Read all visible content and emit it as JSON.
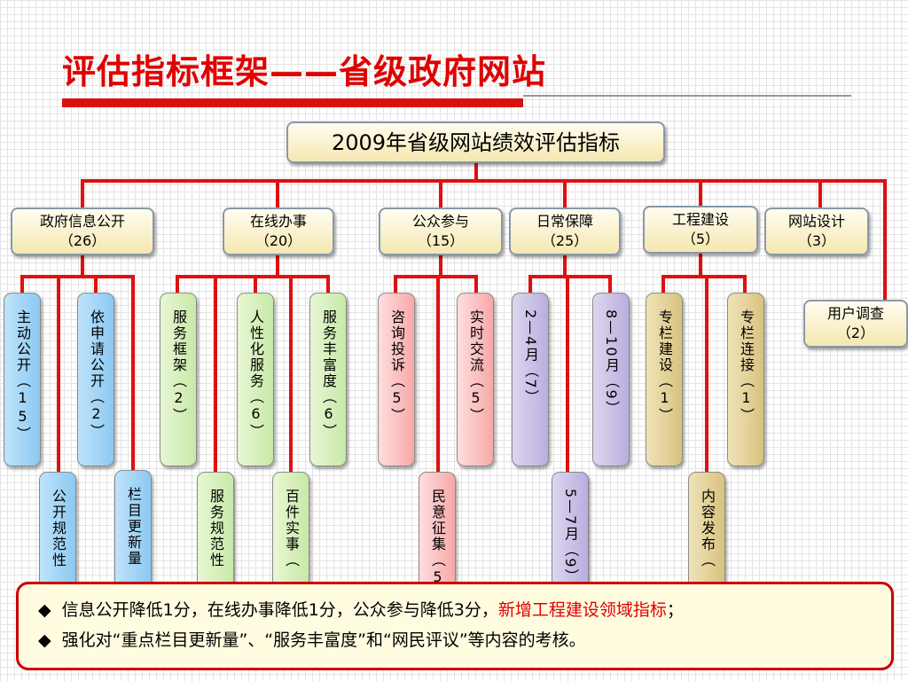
{
  "slide": {
    "title": "评估指标框架——省级政府网站",
    "root": "2009年省级网站绩效评估指标"
  },
  "categories": [
    {
      "name": "政府信息公开",
      "score": "（26）"
    },
    {
      "name": "在线办事",
      "score": "（20）"
    },
    {
      "name": "公众参与",
      "score": "（15）"
    },
    {
      "name": "日常保障",
      "score": "（25）"
    },
    {
      "name": "工程建设",
      "score": "（5）"
    },
    {
      "name": "网站设计",
      "score": "（3）"
    },
    {
      "name": "用户调查",
      "score": "（2）"
    }
  ],
  "leaves": [
    {
      "text": "主动公开（15）",
      "color": "#8cc9f2"
    },
    {
      "text": "依申请公开（2）",
      "color": "#8cc9f2"
    },
    {
      "text": "公开规范性",
      "color": "#8cc9f2"
    },
    {
      "text": "栏目更新量",
      "color": "#8cc9f2"
    },
    {
      "text": "服务框架（2）",
      "color": "#c8e8a8"
    },
    {
      "text": "人性化服务（6）",
      "color": "#c8e8a8"
    },
    {
      "text": "服务丰富度（6）",
      "color": "#c8e8a8"
    },
    {
      "text": "服务规范性",
      "color": "#c8e8a8"
    },
    {
      "text": "百件实事（",
      "color": "#c8e8a8"
    },
    {
      "text": "咨询投诉（5）",
      "color": "#f8a8a8"
    },
    {
      "text": "实时交流（5）",
      "color": "#f8a8a8"
    },
    {
      "text": "民意征集（5",
      "color": "#f8a8a8"
    },
    {
      "text": "2—4月（7）",
      "color": "#b9aede"
    },
    {
      "text": "8—10月（9）",
      "color": "#b9aede"
    },
    {
      "text": "5—7月（9）",
      "color": "#b9aede"
    },
    {
      "text": "专栏建设（1）",
      "color": "#d9c27f"
    },
    {
      "text": "专栏连接（1）",
      "color": "#d9c27f"
    },
    {
      "text": "内容发布（",
      "color": "#d9c27f"
    }
  ],
  "notes": {
    "bullet": "◆",
    "line1_main": "信息公开降低1分，在线办事降低1分，公众参与降低3分，",
    "line1_highlight": "新增工程建设领域指标",
    "line1_end": "；",
    "line2": "强化对“重点栏目更新量”、“服务丰富度”和“网民评议”等内容的考核。"
  },
  "colors": {
    "title": "#e00000",
    "connector": "#e01010",
    "note_border": "#cc0000",
    "highlight": "#e00000"
  }
}
